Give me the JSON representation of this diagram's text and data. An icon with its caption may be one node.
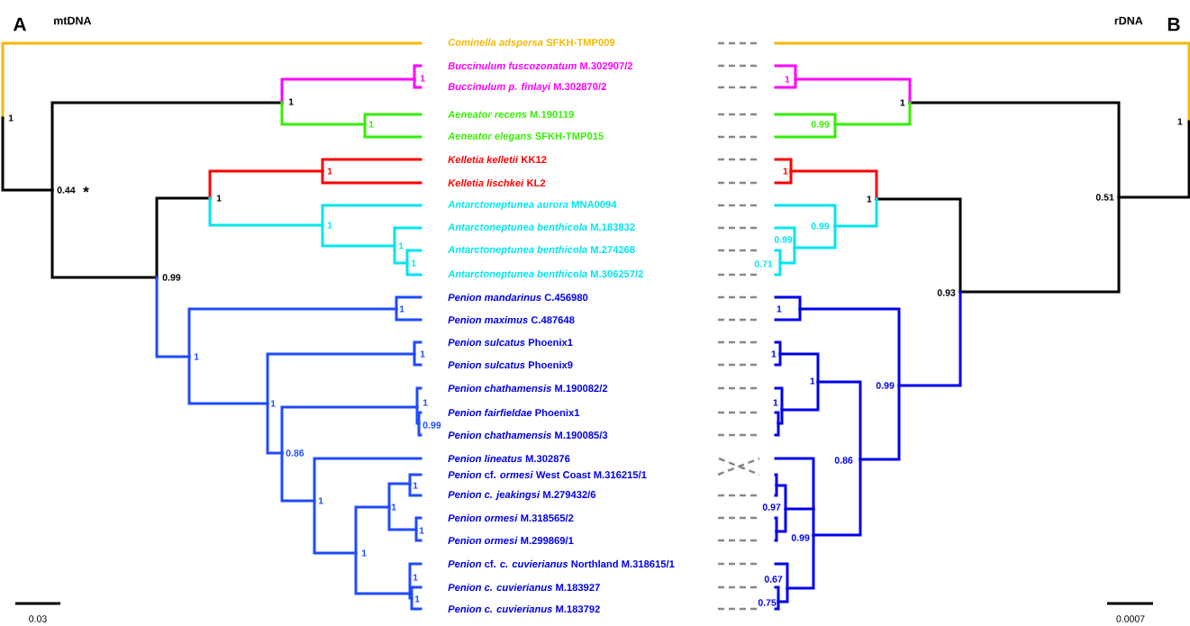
{
  "diagram": {
    "labels": [
      "A",
      "mtDNA",
      "rDNA",
      "B",
      "*Cominella adspersa* SFKH-TMP009",
      "*Buccinulum fuscozonatum* M.302907/2",
      "*Buccinulum p. finlayi* M.302870/2",
      "*Aeneator recens* M.190119",
      "*Aeneator elegans* SFKH-TMP015",
      "*Kelletia kelletii* KK12",
      "*Kelletia lischkei* KL2",
      "*Antarctoneptunea aurora* MNA0094",
      "*Antarctoneptunea benthicola* M.183832",
      "*Antarctoneptunea benthicola* M.274268",
      "*Antarctoneptunea benthicola* M.306257/2",
      "*Penion mandarinus* C.456980",
      "*Penion maximus* C.487648",
      "*Penion sulcatus* Phoenix1",
      "*Penion sulcatus* Phoenix9",
      "*Penion chathamensis* M.190082/2",
      "*Penion fairfieldae* Phoenix1",
      "*Penion chathamensis* M.190085/3",
      "*Penion lineatus* M.302876",
      "*Penion* cf. *ormesi* West Coast M.316215/1",
      "*Penion c. jeakingsi* M.279432/6",
      "*Penion ormesi* M.318565/2",
      "*Penion ormesi* M.299869/1",
      "*Penion* cf. *c. cuvierianus* Northland M.318615/1",
      "*Penion c. cuvierianus* M.183927",
      "*Penion c. cuvierianus* M.183792",
      "1",
      "0.44",
      "*",
      "1",
      "1",
      "1",
      "1",
      "1",
      "1",
      "1",
      "1",
      "0.99",
      "1",
      "1",
      "1",
      "1",
      "0.86",
      "1",
      "0.99",
      "1",
      "1",
      "1",
      "1",
      "1",
      "1",
      "1",
      "1",
      "0.51",
      "1",
      "1",
      "0.99",
      "0.93",
      "1",
      "1",
      "0.99",
      "0.99",
      "0.71",
      "0.99",
      "1",
      "0.86",
      "1",
      "1",
      "1",
      "0.99",
      "0.97",
      "0.67",
      "0.75",
      "0.03",
      "0.0007"
    ]
  }
}
